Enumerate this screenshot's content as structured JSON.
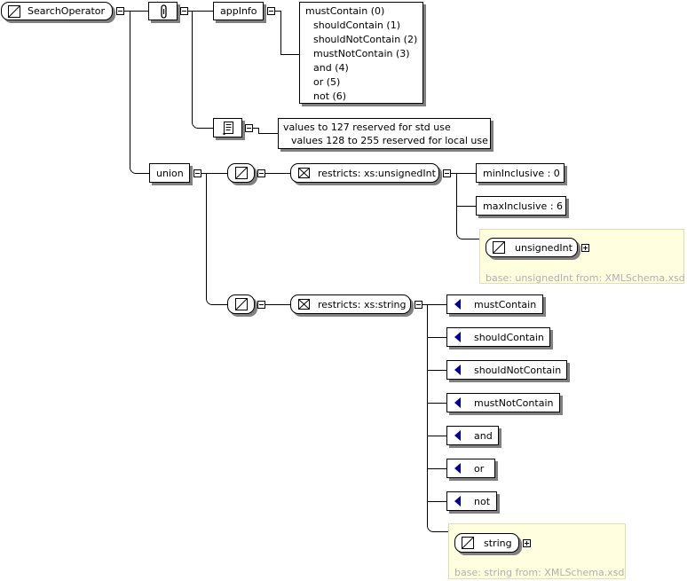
{
  "root": {
    "label": "SearchOperator"
  },
  "annotation": {
    "appinfo_label": "appInfo",
    "appinfo_lines": [
      "mustContain (0)",
      "shouldContain (1)",
      "shouldNotContain (2)",
      "mustNotContain (3)",
      "and (4)",
      "or (5)",
      "not (6)"
    ],
    "documentation_lines": [
      "values to 127 reserved for std use",
      "values 128 to 255 reserved for local use"
    ]
  },
  "union": {
    "label": "union"
  },
  "restriction_uint": {
    "label": "restricts: xs:unsignedInt",
    "facets": [
      "minInclusive : 0",
      "maxInclusive : 6"
    ],
    "base_type": "unsignedInt",
    "base_note": "base: unsignedInt from: XMLSchema.xsd"
  },
  "restriction_string": {
    "label": "restricts: xs:string",
    "enumerations": [
      "mustContain",
      "shouldContain",
      "shouldNotContain",
      "mustNotContain",
      "and",
      "or",
      "not"
    ],
    "base_type": "string",
    "base_note": "base: string from: XMLSchema.xsd"
  }
}
